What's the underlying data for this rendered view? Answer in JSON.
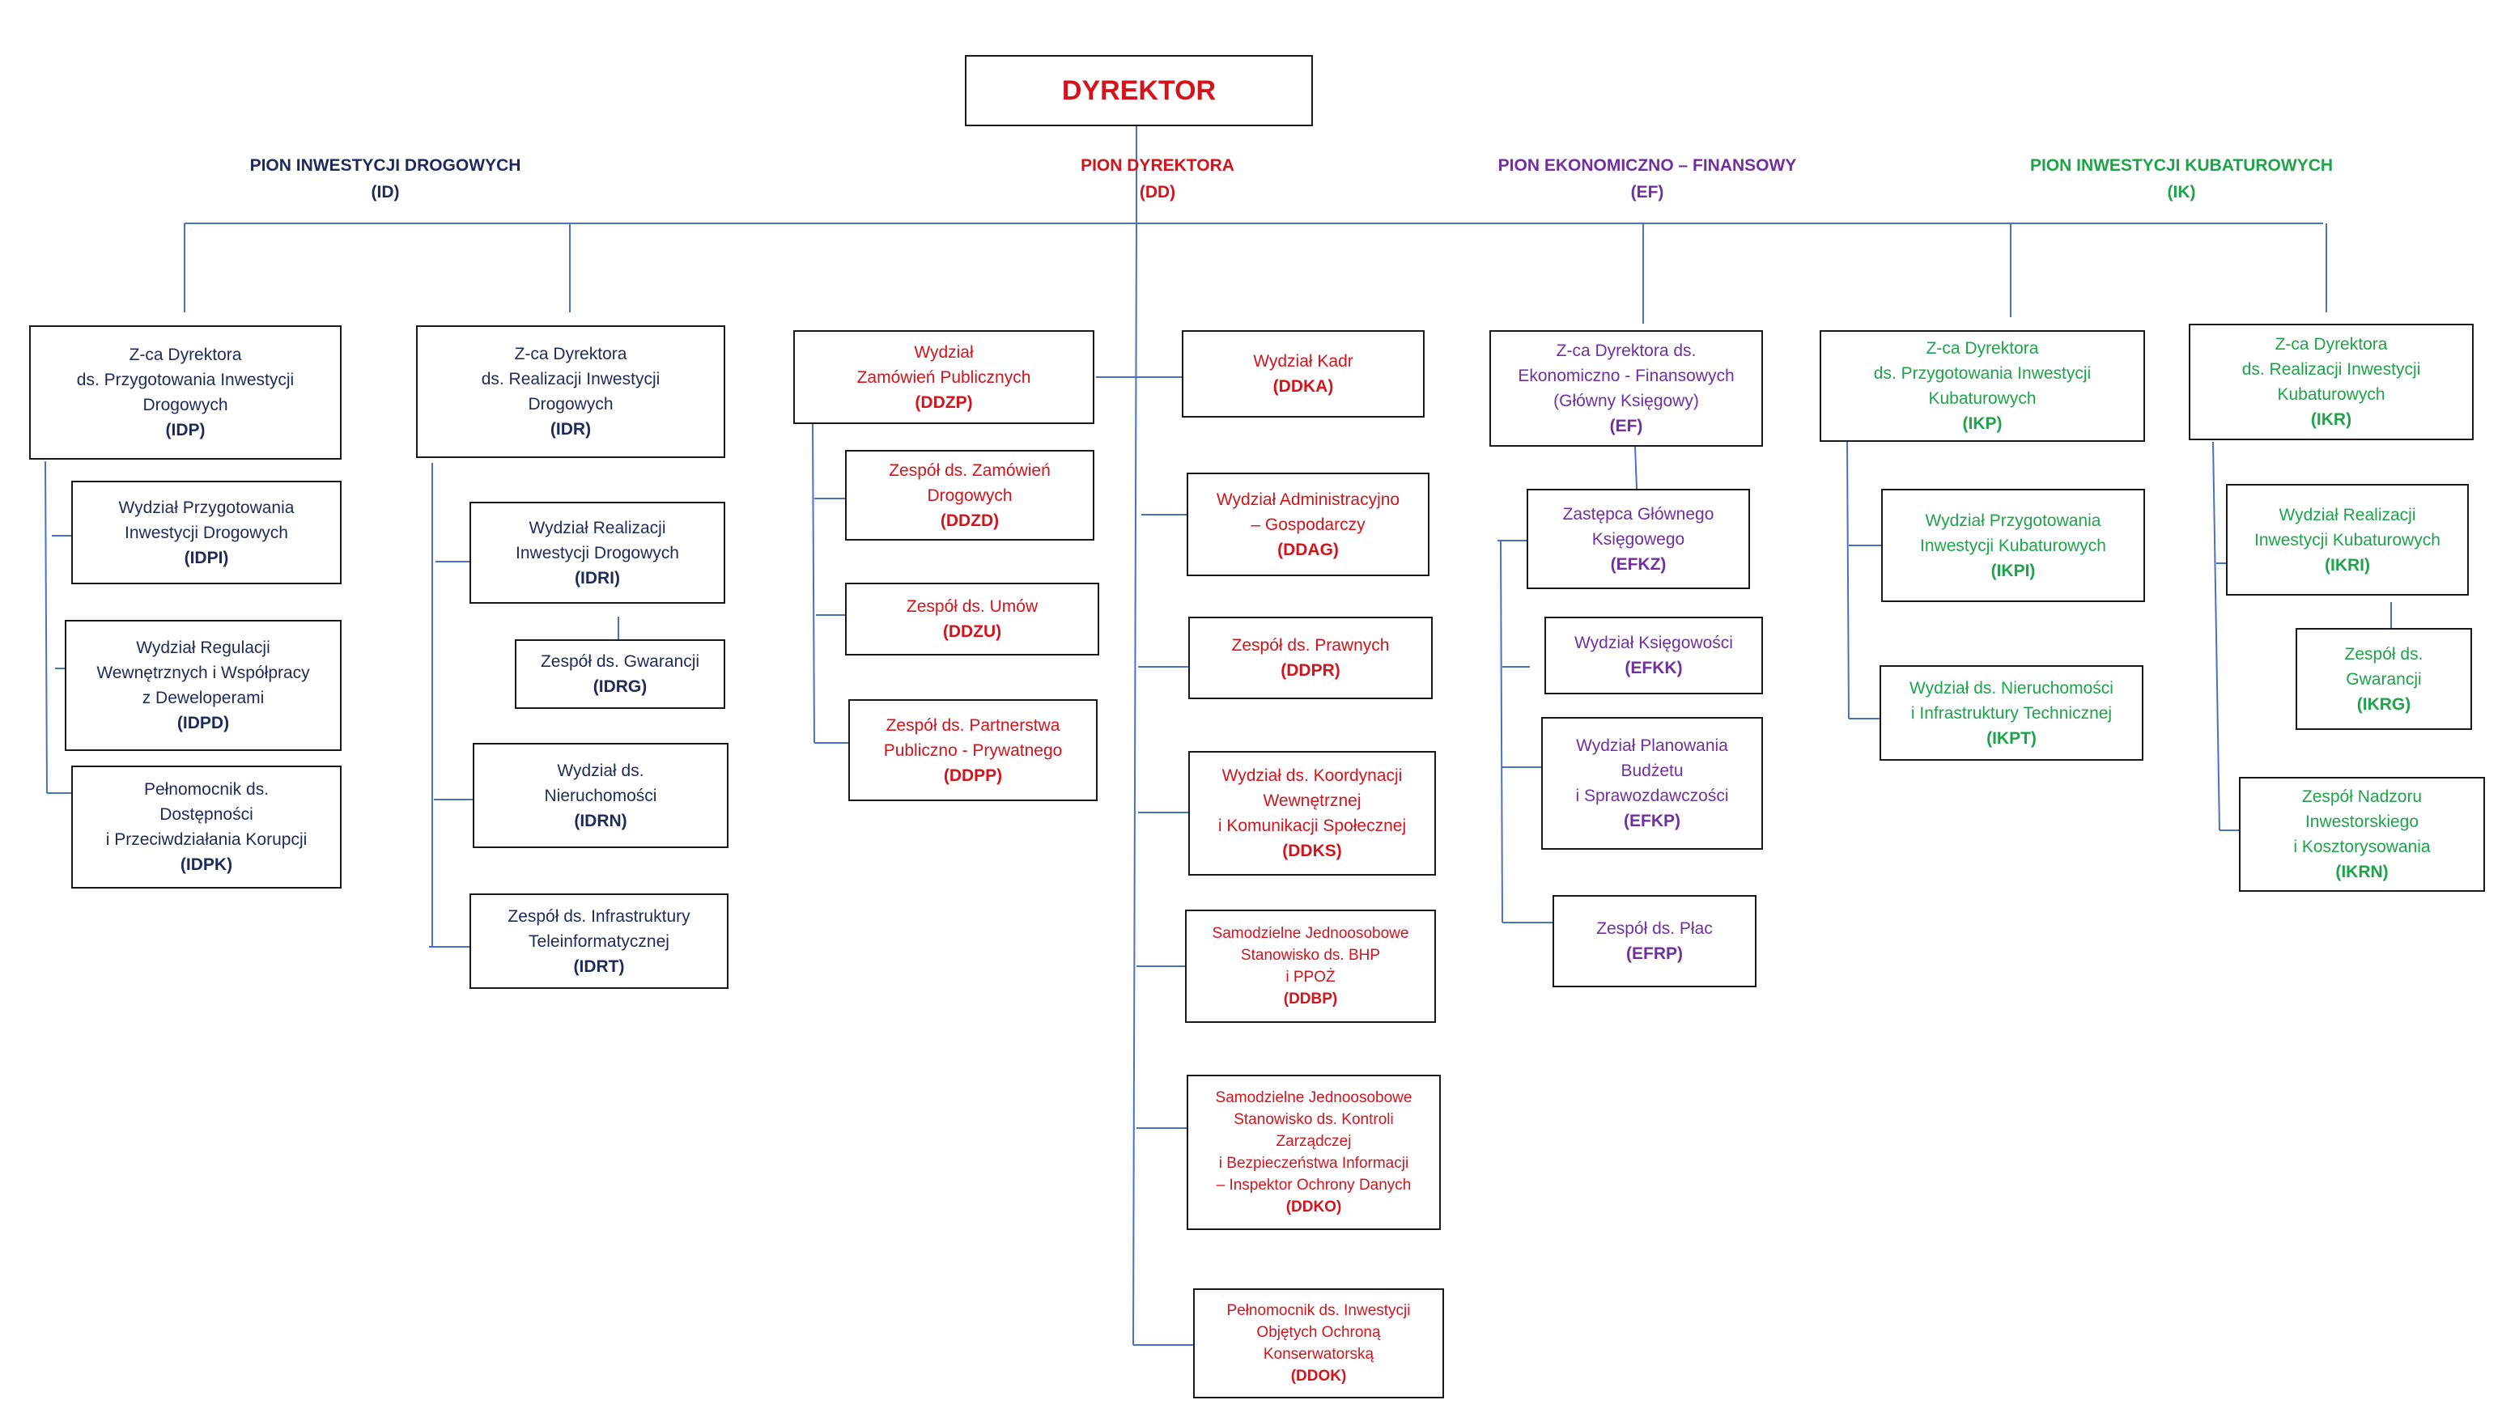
{
  "title": "DYREKTOR",
  "divisions": {
    "id": {
      "name": "PION INWESTYCJI DROGOWYCH",
      "code": "(ID)"
    },
    "dd": {
      "name": "PION DYREKTORA",
      "code": "(DD)"
    },
    "ef": {
      "name": "PION EKONOMICZNO – FINANSOWY",
      "code": "(EF)"
    },
    "ik": {
      "name": "PION INWESTYCJI KUBATUROWYCH",
      "code": "(IK)"
    }
  },
  "units": {
    "idp": {
      "text": "Z-ca Dyrektora\nds. Przygotowania Inwestycji\nDrogowych",
      "code": "(IDP)"
    },
    "idpi": {
      "text": "Wydział Przygotowania\nInwestycji Drogowych",
      "code": "(IDPI)"
    },
    "idpd": {
      "text": "Wydział Regulacji\nWewnętrznych i Współpracy\nz Deweloperami",
      "code": "(IDPD)"
    },
    "idpk": {
      "text": "Pełnomocnik ds.\nDostępności\ni Przeciwdziałania Korupcji",
      "code": "(IDPK)"
    },
    "idr": {
      "text": "Z-ca Dyrektora\nds. Realizacji Inwestycji\nDrogowych",
      "code": "(IDR)"
    },
    "idri": {
      "text": "Wydział Realizacji\nInwestycji Drogowych",
      "code": "(IDRI)"
    },
    "idrg": {
      "text": "Zespół ds. Gwarancji",
      "code": "(IDRG)"
    },
    "idrn": {
      "text": "Wydział ds.\nNieruchomości",
      "code": "(IDRN)"
    },
    "idrt": {
      "text": "Zespół ds. Infrastruktury\nTeleinformatycznej",
      "code": "(IDRT)"
    },
    "ddzp": {
      "text": "Wydział\nZamówień Publicznych",
      "code": "(DDZP)"
    },
    "ddzd": {
      "text": "Zespół ds. Zamówień\nDrogowych",
      "code": "(DDZD)"
    },
    "ddzu": {
      "text": "Zespół ds. Umów",
      "code": "(DDZU)"
    },
    "ddpp": {
      "text": "Zespół ds. Partnerstwa\nPubliczno - Prywatnego",
      "code": "(DDPP)"
    },
    "ddka": {
      "text": "Wydział Kadr",
      "code": "(DDKA)"
    },
    "ddag": {
      "text": "Wydział Administracyjno\n– Gospodarczy",
      "code": "(DDAG)"
    },
    "ddpr": {
      "text": "Zespół ds. Prawnych",
      "code": "(DDPR)"
    },
    "ddks": {
      "text": "Wydział ds. Koordynacji\nWewnętrznej\ni Komunikacji Społecznej",
      "code": "(DDKS)"
    },
    "ddbp": {
      "text": "Samodzielne Jednoosobowe\nStanowisko ds. BHP\ni PPOŻ",
      "code": "(DDBP)"
    },
    "ddko": {
      "text": "Samodzielne Jednoosobowe\nStanowisko ds. Kontroli\nZarządczej\ni Bezpieczeństwa Informacji\n– Inspektor Ochrony Danych",
      "code": "(DDKO)"
    },
    "ddok": {
      "text": "Pełnomocnik ds. Inwestycji\nObjętych Ochroną\nKonserwatorską",
      "code": "(DDOK)"
    },
    "ef": {
      "text": "Z-ca Dyrektora ds.\nEkonomiczno - Finansowych\n(Główny Księgowy)",
      "code": "(EF)"
    },
    "efkz": {
      "text": "Zastępca Głównego\nKsięgowego",
      "code": "(EFKZ)"
    },
    "efkk": {
      "text": "Wydział Księgowości",
      "code": "(EFKK)"
    },
    "efkp": {
      "text": "Wydział Planowania\nBudżetu\ni Sprawozdawczości",
      "code": "(EFKP)"
    },
    "efrp": {
      "text": "Zespół ds. Płac",
      "code": "(EFRP)"
    },
    "ikp": {
      "text": "Z-ca Dyrektora\nds. Przygotowania Inwestycji\nKubaturowych",
      "code": "(IKP)"
    },
    "ikpi": {
      "text": "Wydział Przygotowania\nInwestycji Kubaturowych",
      "code": "(IKPI)"
    },
    "ikpt": {
      "text": "Wydział ds. Nieruchomości\ni Infrastruktury Technicznej",
      "code": "(IKPT)"
    },
    "ikr": {
      "text": "Z-ca Dyrektora\nds. Realizacji  Inwestycji\nKubaturowych",
      "code": "(IKR)"
    },
    "ikri": {
      "text": "Wydział Realizacji\nInwestycji Kubaturowych",
      "code": "(IKRI)"
    },
    "ikrg": {
      "text": "Zespół ds.\nGwarancji",
      "code": "(IKRG)"
    },
    "ikrn": {
      "text": "Zespół Nadzoru\nInwestorskiego\ni Kosztorysowania",
      "code": "(IKRN)"
    }
  },
  "colors": {
    "id": "#1f2a5a",
    "dd": "#d4141c",
    "ef": "#7030a0",
    "ik": "#1ea34a",
    "connector": "#4a72c4",
    "border": "#1a1a1a"
  }
}
